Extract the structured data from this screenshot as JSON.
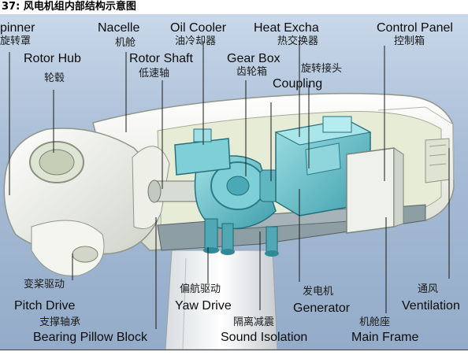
{
  "caption": "37:  风电机组内部结构示意图",
  "labels": {
    "spinner_en": "pinner",
    "spinner_zh": "旋转罩",
    "nacelle_en": "Nacelle",
    "nacelle_zh": "机舱",
    "rotor_hub_en": "Rotor Hub",
    "rotor_hub_zh": "轮毂",
    "oil_cooler_en": "Oil Cooler",
    "oil_cooler_zh": "油冷却器",
    "rotor_shaft_en": "Rotor Shaft",
    "rotor_shaft_zh": "低速轴",
    "heat_exchanger_en": "Heat Excha",
    "heat_exchanger_zh": "热交换器",
    "control_panel_en": "Control Panel",
    "control_panel_zh": "控制箱",
    "gear_box_en": "Gear Box",
    "gear_box_zh": "齿轮箱",
    "coupling_zh": "旋转接头",
    "coupling_en": "Coupling",
    "pitch_drive_zh": "变桨驱动",
    "pitch_drive_en": "Pitch Drive",
    "yaw_drive_zh": "偏航驱动",
    "yaw_drive_en": "Yaw Drive",
    "generator_zh": "发电机",
    "generator_en": "Generator",
    "ventilation_zh": "通风",
    "ventilation_en": "Ventilation",
    "bearing_zh": "支撑轴承",
    "bearing_en": "Bearing Pillow Block",
    "sound_zh": "隔离减震",
    "sound_en": "Sound Isolation",
    "main_frame_zh": "机舱座",
    "main_frame_en": "Main Frame"
  },
  "colors": {
    "background": "#a8bdd6",
    "nacelle_shell": "#f2f4ee",
    "machinery": "#6fc3cc",
    "machinery_dark": "#2f8a98",
    "leader_line": "#1a1a1a"
  }
}
